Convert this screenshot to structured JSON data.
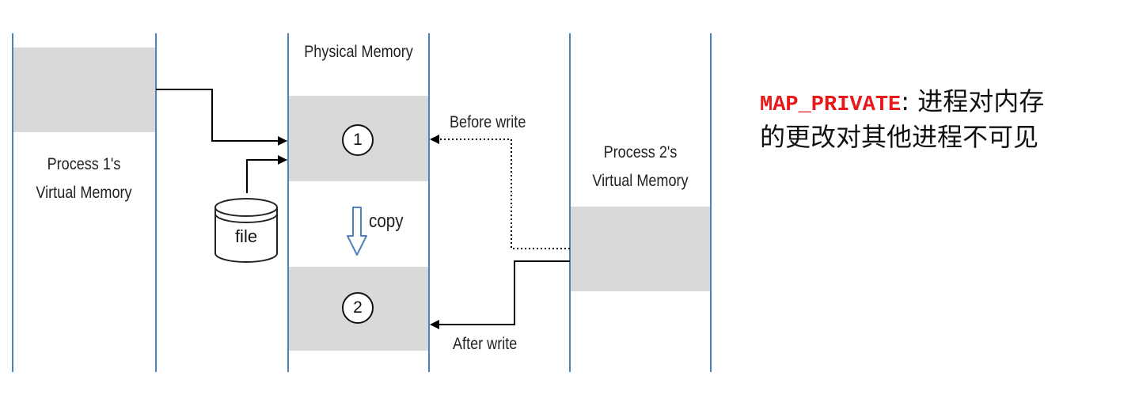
{
  "labels": {
    "physical_memory": "Physical Memory",
    "process1_line1": "Process 1's",
    "process1_line2": "Virtual Memory",
    "process2_line1": "Process 2's",
    "process2_line2": "Virtual Memory",
    "before_write": "Before write",
    "after_write": "After write",
    "copy": "copy",
    "file": "file",
    "page1": "1",
    "page2": "2"
  },
  "note": {
    "keyword": "MAP_PRIVATE",
    "colon": ":",
    "line1_text": " 进程对内存",
    "line2_text": "的更改对其他进程不可见"
  },
  "colors": {
    "column_line": "#4f81bd",
    "block_fill": "#d9d9d9",
    "copy_arrow": "#4f81bd",
    "keyword": "#e8191b"
  },
  "icons": [
    "file-icon",
    "copy-arrow-icon"
  ]
}
